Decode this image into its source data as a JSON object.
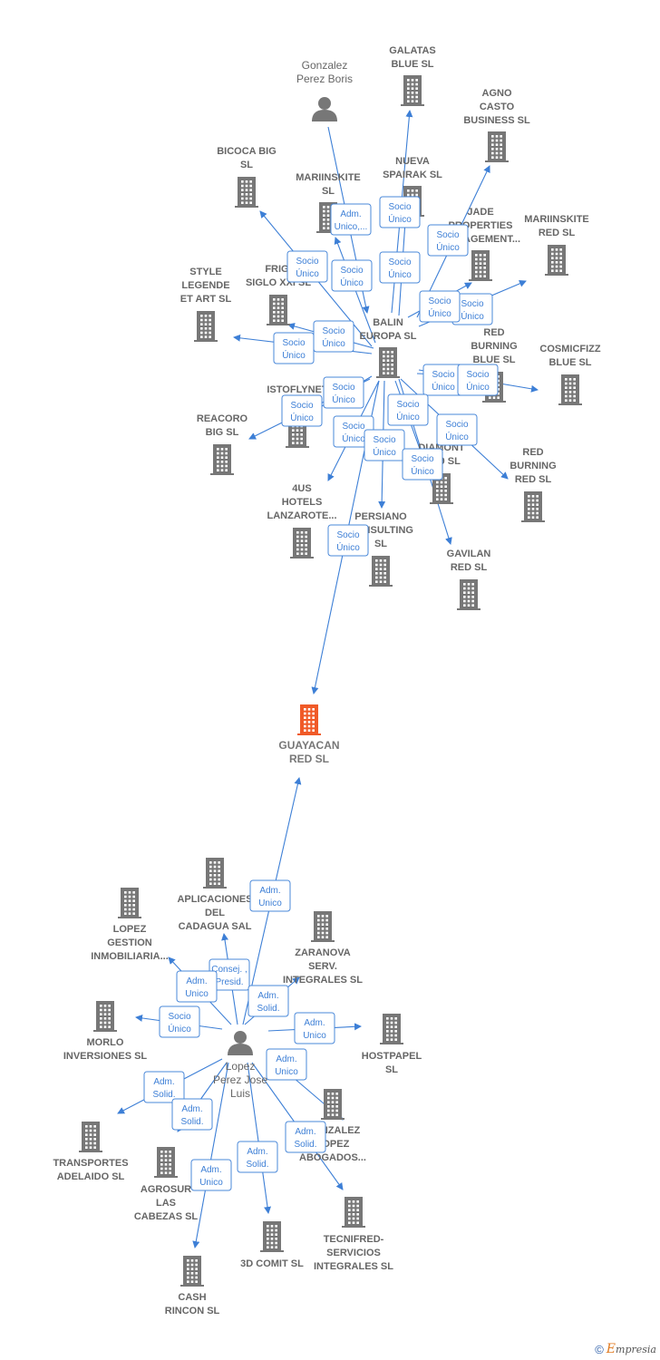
{
  "focus_node": {
    "id": "guayacan",
    "label": [
      "GUAYACAN",
      "RED  SL"
    ]
  },
  "nodes": [
    {
      "id": "gonzalez_boris",
      "type": "person",
      "label": [
        "Gonzalez",
        "Perez Boris"
      ]
    },
    {
      "id": "galatas",
      "type": "company",
      "label": [
        "GALATAS",
        "BLUE  SL"
      ]
    },
    {
      "id": "agno",
      "type": "company",
      "label": [
        "AGNO",
        "CASTO",
        "BUSINESS  SL"
      ]
    },
    {
      "id": "bicoca",
      "type": "company",
      "label": [
        "BICOCA BIG",
        "SL"
      ]
    },
    {
      "id": "mariinskite_sl",
      "type": "company",
      "label": [
        "MARIINSKITE",
        "SL"
      ]
    },
    {
      "id": "nueva_spairak",
      "type": "company",
      "label": [
        "NUEVA",
        "SPAIRAK  SL"
      ]
    },
    {
      "id": "jade",
      "type": "company",
      "label": [
        "JADE",
        "PROPERTIES",
        "MANAGEMENT..."
      ]
    },
    {
      "id": "mariinskite_red",
      "type": "company",
      "label": [
        "MARIINSKITE",
        "RED  SL"
      ]
    },
    {
      "id": "style",
      "type": "company",
      "label": [
        "STYLE",
        "LEGENDE",
        "ET ART  SL"
      ]
    },
    {
      "id": "frigi",
      "type": "company",
      "label": [
        "FRIGI",
        "SIGLO XXI  SL"
      ]
    },
    {
      "id": "balin",
      "type": "company",
      "label": [
        "BALIN",
        "EUROPA  SL"
      ]
    },
    {
      "id": "red_burning_blue",
      "type": "company",
      "label": [
        "RED",
        "BURNING",
        "BLUE  SL"
      ]
    },
    {
      "id": "cosmicfizz",
      "type": "company",
      "label": [
        "COSMICFIZZ",
        "BLUE  SL"
      ]
    },
    {
      "id": "istoflynet",
      "type": "company",
      "label": [
        "ISTOFLYNET",
        "RED"
      ]
    },
    {
      "id": "reacoro",
      "type": "company",
      "label": [
        "REACORO",
        "BIG  SL"
      ]
    },
    {
      "id": "diamont",
      "type": "company",
      "label": [
        "DIAMONT",
        "2019  SL"
      ]
    },
    {
      "id": "red_burning_red",
      "type": "company",
      "label": [
        "RED",
        "BURNING",
        "RED  SL"
      ]
    },
    {
      "id": "hotels4us",
      "type": "company",
      "label": [
        "4US",
        "HOTELS",
        "LANZAROTE..."
      ]
    },
    {
      "id": "persiano",
      "type": "company",
      "label": [
        "PERSIANO",
        "CONSULTING",
        "SL"
      ]
    },
    {
      "id": "gavilan",
      "type": "company",
      "label": [
        "GAVILAN",
        "RED  SL"
      ]
    },
    {
      "id": "guayacan",
      "type": "company",
      "label": [
        "GUAYACAN",
        "RED  SL"
      ]
    },
    {
      "id": "aplicaciones",
      "type": "company",
      "label": [
        "APLICACIONES",
        "DEL",
        "CADAGUA SAL"
      ]
    },
    {
      "id": "lopez_gestion",
      "type": "company",
      "label": [
        "LOPEZ",
        "GESTION",
        "INMOBILIARIA..."
      ]
    },
    {
      "id": "zaranova",
      "type": "company",
      "label": [
        "ZARANOVA",
        "SERV.",
        "INTEGRALES SL"
      ]
    },
    {
      "id": "morlo",
      "type": "company",
      "label": [
        "MORLO",
        "INVERSIONES SL"
      ]
    },
    {
      "id": "lopez_jose",
      "type": "person",
      "label": [
        "Lopez",
        "Perez Jose",
        "Luis"
      ]
    },
    {
      "id": "hostpapel",
      "type": "company",
      "label": [
        "HOSTPAPEL",
        "SL"
      ]
    },
    {
      "id": "gonzalez_abogados",
      "type": "company",
      "label": [
        "GONZALEZ",
        "LOPEZ",
        "ABOGADOS..."
      ]
    },
    {
      "id": "transportes",
      "type": "company",
      "label": [
        "TRANSPORTES",
        "ADELAIDO SL"
      ]
    },
    {
      "id": "agrosur",
      "type": "company",
      "label": [
        "AGROSUR",
        "LAS",
        "CABEZAS  SL"
      ]
    },
    {
      "id": "tecnifred",
      "type": "company",
      "label": [
        "TECNIFRED-",
        "SERVICIOS",
        "INTEGRALES SL"
      ]
    },
    {
      "id": "comit3d",
      "type": "company",
      "label": [
        "3D COMIT  SL"
      ]
    },
    {
      "id": "cash",
      "type": "company",
      "label": [
        "CASH",
        "RINCON  SL"
      ]
    }
  ],
  "edges": [
    {
      "from": "gonzalez_boris",
      "to": "balin",
      "label": [
        "Adm.",
        "Unico,..."
      ]
    },
    {
      "from": "balin",
      "to": "galatas",
      "label": [
        "Socio",
        "Único"
      ]
    },
    {
      "from": "balin",
      "to": "agno",
      "label": [
        "Socio",
        "Único"
      ]
    },
    {
      "from": "balin",
      "to": "bicoca",
      "label": [
        "Socio",
        "Único"
      ]
    },
    {
      "from": "balin",
      "to": "mariinskite_sl",
      "label": [
        "Socio",
        "Único"
      ]
    },
    {
      "from": "balin",
      "to": "nueva_spairak",
      "label": [
        "Socio",
        "Único"
      ]
    },
    {
      "from": "balin",
      "to": "mariinskite_red",
      "label": [
        "Socio",
        "Único"
      ]
    },
    {
      "from": "balin",
      "to": "jade",
      "label": [
        "Socio",
        "Único"
      ]
    },
    {
      "from": "balin",
      "to": "style",
      "label": [
        "Socio",
        "Único"
      ]
    },
    {
      "from": "balin",
      "to": "frigi",
      "label": [
        "Socio",
        "Único"
      ]
    },
    {
      "from": "balin",
      "to": "red_burning_blue",
      "label": [
        "Socio",
        "Único"
      ]
    },
    {
      "from": "balin",
      "to": "cosmicfizz",
      "label": [
        "Socio",
        "Único"
      ]
    },
    {
      "from": "balin",
      "to": "istoflynet",
      "label": [
        "Socio",
        "Único"
      ]
    },
    {
      "from": "balin",
      "to": "reacoro",
      "label": [
        "Socio",
        "Único"
      ]
    },
    {
      "from": "balin",
      "to": "hotels4us",
      "label": [
        "Socio",
        "Único"
      ]
    },
    {
      "from": "balin",
      "to": "diamont",
      "label": [
        "Socio",
        "Único"
      ]
    },
    {
      "from": "balin",
      "to": "red_burning_red",
      "label": [
        "Socio",
        "Único"
      ]
    },
    {
      "from": "balin",
      "to": "persiano",
      "label": [
        "Socio",
        "Único"
      ]
    },
    {
      "from": "balin",
      "to": "gavilan",
      "label": [
        "Socio",
        "Único"
      ]
    },
    {
      "from": "balin",
      "to": "guayacan",
      "label": [
        "Socio",
        "Único"
      ]
    },
    {
      "from": "lopez_jose",
      "to": "guayacan",
      "label": [
        "Adm.",
        "Unico"
      ]
    },
    {
      "from": "lopez_jose",
      "to": "aplicaciones",
      "label": [
        "Consej. ,",
        "Presid."
      ]
    },
    {
      "from": "lopez_jose",
      "to": "lopez_gestion",
      "label": [
        "Adm.",
        "Unico"
      ]
    },
    {
      "from": "lopez_jose",
      "to": "zaranova",
      "label": [
        "Adm.",
        "Solid."
      ]
    },
    {
      "from": "lopez_jose",
      "to": "morlo",
      "label": [
        "Socio",
        "Único"
      ]
    },
    {
      "from": "lopez_jose",
      "to": "hostpapel",
      "label": [
        "Adm.",
        "Unico"
      ]
    },
    {
      "from": "lopez_jose",
      "to": "gonzalez_abogados",
      "label": [
        "Adm.",
        "Solid."
      ]
    },
    {
      "from": "lopez_jose",
      "to": "transportes",
      "label": [
        "Adm.",
        "Solid."
      ]
    },
    {
      "from": "lopez_jose",
      "to": "agrosur",
      "label": [
        "Adm.",
        "Solid."
      ]
    },
    {
      "from": "lopez_jose",
      "to": "tecnifred",
      "label": [
        "Adm.",
        "Unico"
      ]
    },
    {
      "from": "lopez_jose",
      "to": "comit3d",
      "label": [
        "Adm.",
        "Solid."
      ]
    },
    {
      "from": "lopez_jose",
      "to": "cash",
      "label": [
        "Adm.",
        "Unico"
      ]
    }
  ],
  "colors": {
    "edge": "#3d7fd6",
    "company": "#777777",
    "focus": "#f05a28",
    "person": "#777777"
  },
  "footer": {
    "copyright": "©",
    "brand_initial": "E",
    "brand_rest": "mpresia"
  }
}
